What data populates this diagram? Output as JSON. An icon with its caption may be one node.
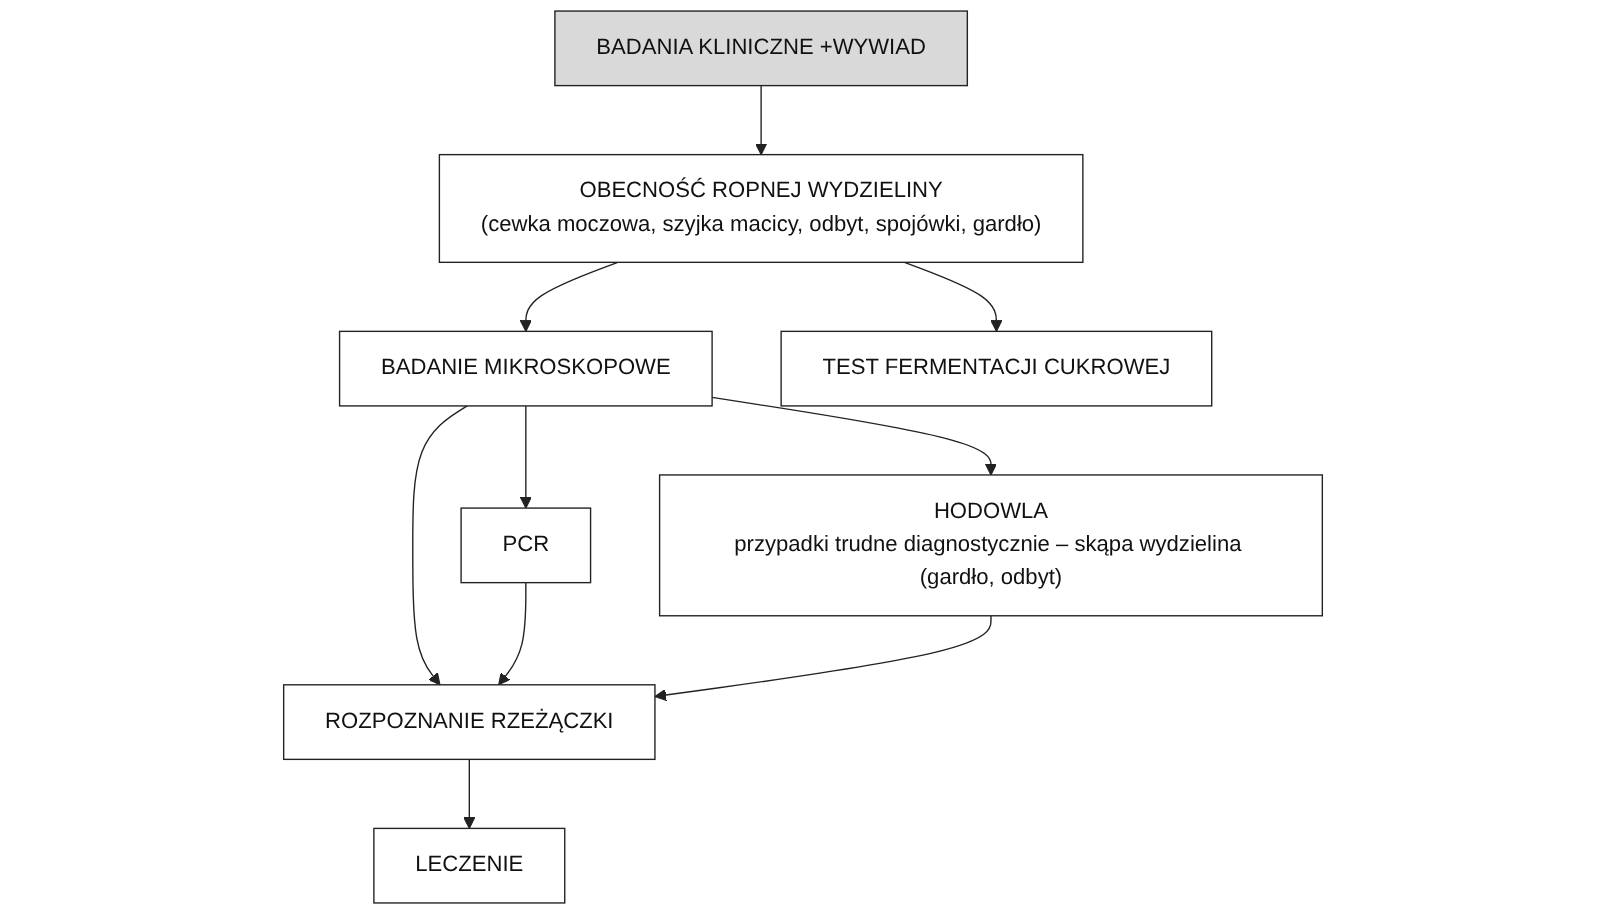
{
  "diagram": {
    "nodes": [
      {
        "text": [
          "BADANIA KLINICZNE +WYWIAD"
        ]
      },
      {
        "text": [
          "OBECNOŚĆ ROPNEJ WYDZIELINY",
          "(cewka moczowa, szyjka macicy, odbyt, spojówki, gardło)"
        ]
      },
      {
        "text": [
          "BADANIE MIKROSKOPOWE"
        ]
      },
      {
        "text": [
          "TEST FERMENTACJI CUKROWEJ"
        ]
      },
      {
        "text": [
          "PCR"
        ]
      },
      {
        "text": [
          "ROZPOZNANIE RZEŻĄCZKI"
        ]
      },
      {
        "text": [
          "HODOWLA",
          "przypadki trudne diagnostycznie – skąpa wydzielina (gardło, odbyt)"
        ]
      },
      {
        "text": [
          "LECZENIE"
        ]
      }
    ],
    "edges": [
      {
        "from": 0,
        "to": 1,
        "arrow": "to"
      },
      {
        "from": 1,
        "to": 2,
        "arrow": "to"
      },
      {
        "from": 1,
        "to": 3,
        "arrow": "to"
      },
      {
        "from": 2,
        "to": 4,
        "arrow": "to"
      },
      {
        "from": 2,
        "to": 5,
        "arrow": "to"
      },
      {
        "from": 2,
        "to": 6,
        "arrow": "to"
      },
      {
        "from": 4,
        "to": 5,
        "arrow": "to"
      },
      {
        "from": 6,
        "to": 5,
        "arrow": "to"
      },
      {
        "from": 5,
        "to": 7,
        "arrow": "to"
      }
    ]
  }
}
